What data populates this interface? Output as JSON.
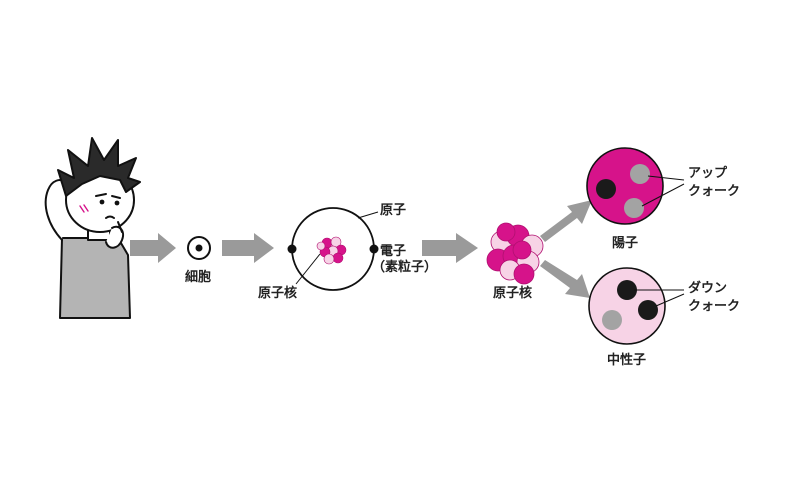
{
  "labels": {
    "cell": "細胞",
    "atom": "原子",
    "nucleus": "原子核",
    "electron_line1": "電子",
    "electron_line2": "（素粒子）",
    "nucleus2": "原子核",
    "proton": "陽子",
    "neutron": "中性子",
    "up_quark_line1": "アップ",
    "up_quark_line2": "クォーク",
    "down_quark_line1": "ダウン",
    "down_quark_line2": "クォーク"
  },
  "colors": {
    "magenta": "#d6138a",
    "light_pink": "#f7d3e6",
    "arrow_gray": "#9a9a9a",
    "quark_gray": "#a3a3a3",
    "quark_black": "#1a1a1a",
    "shirt_gray": "#b4b4b4"
  }
}
